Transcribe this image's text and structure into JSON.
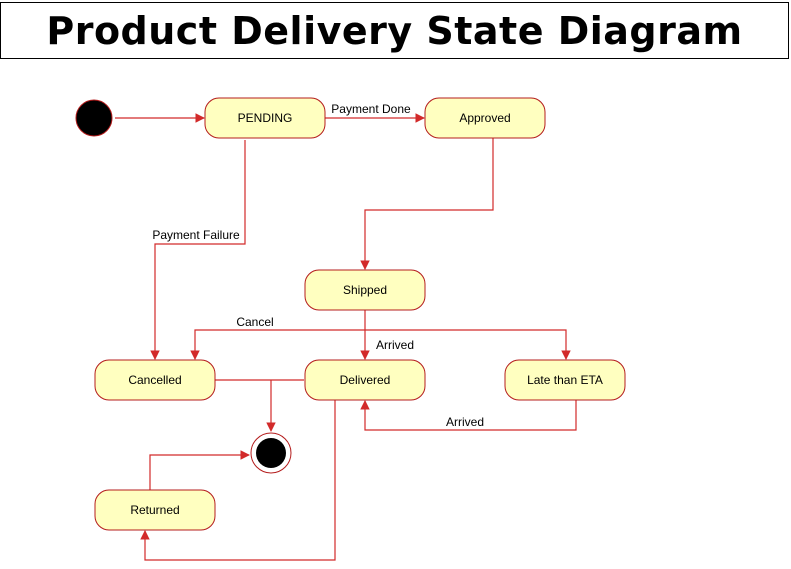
{
  "title": "Product Delivery State Diagram",
  "colors": {
    "state_fill": "#ffffc0",
    "state_stroke": "#b41c1c",
    "edge": "#d22a2a",
    "terminal": "#000000"
  },
  "states": {
    "pending": "PENDING",
    "approved": "Approved",
    "shipped": "Shipped",
    "cancelled": "Cancelled",
    "delivered": "Delivered",
    "late": "Late than ETA",
    "returned": "Returned"
  },
  "transitions": {
    "payment_done": "Payment Done",
    "payment_failure": "Payment Failure",
    "cancel": "Cancel",
    "arrived_shipped": "Arrived",
    "arrived_late": "Arrived"
  }
}
